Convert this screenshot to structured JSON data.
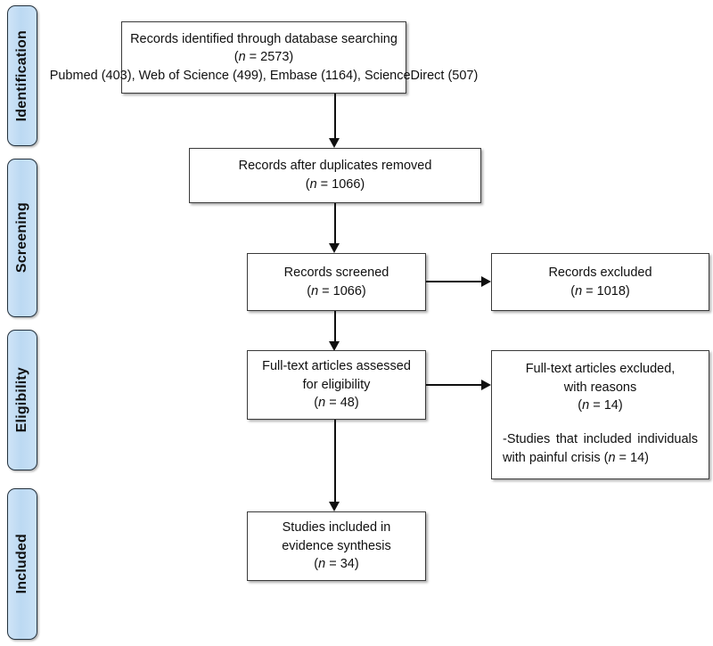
{
  "diagram": {
    "title": "PRISMA study selection flow diagram",
    "type": "flowchart",
    "background": "#ffffff",
    "box_border_color": "#3a3a3a",
    "pill_fill_color": "#c5e0f5",
    "pill_border_color": "#23313d",
    "connector_color": "#101010"
  },
  "stages": [
    {
      "label": "Identification"
    },
    {
      "label": "Screening"
    },
    {
      "label": "Eligibility"
    },
    {
      "label": "Included"
    }
  ],
  "boxes": {
    "identified": {
      "line1": "Records identified through database searching",
      "line2_prefix": "(",
      "line2_italic": "n",
      "line2_suffix": " = 2573)",
      "line3": "Pubmed (403), Web of Science (499), Embase (1164), ScienceDirect (507)"
    },
    "duplicates_removed": {
      "line1": "Records after duplicates removed",
      "line2_prefix": "(",
      "line2_italic": "n",
      "line2_suffix": " = 1066)"
    },
    "screened": {
      "line1": "Records screened",
      "line2_prefix": "(",
      "line2_italic": "n",
      "line2_suffix": " = 1066)"
    },
    "records_excluded": {
      "line1": "Records excluded",
      "line2_prefix": "(",
      "line2_italic": "n",
      "line2_suffix": " = 1018)"
    },
    "fulltext_assessed": {
      "line1": "Full-text articles assessed",
      "line2": "for eligibility",
      "line3_prefix": "(",
      "line3_italic": "n",
      "line3_suffix": " = 48)"
    },
    "fulltext_excluded": {
      "line1": "Full-text articles excluded,",
      "line2": "with reasons",
      "line3_prefix": "(",
      "line3_italic": "n",
      "line3_suffix": " = 14)",
      "reason_text": "-Studies that included individuals with painful crisis (",
      "reason_italic": "n",
      "reason_suffix": " = 14)"
    },
    "included": {
      "line1": "Studies included in",
      "line2": "evidence synthesis",
      "line3_prefix": "(",
      "line3_italic": "n",
      "line3_suffix": " = 34)"
    }
  },
  "counts": {
    "records_identified": 2573,
    "pubmed": 403,
    "web_of_science": 499,
    "embase": 1164,
    "science_direct": 507,
    "after_duplicates": 1066,
    "screened": 1066,
    "records_excluded": 1018,
    "fulltext_assessed": 48,
    "fulltext_excluded": 14,
    "excluded_painful_crisis": 14,
    "included": 34
  }
}
